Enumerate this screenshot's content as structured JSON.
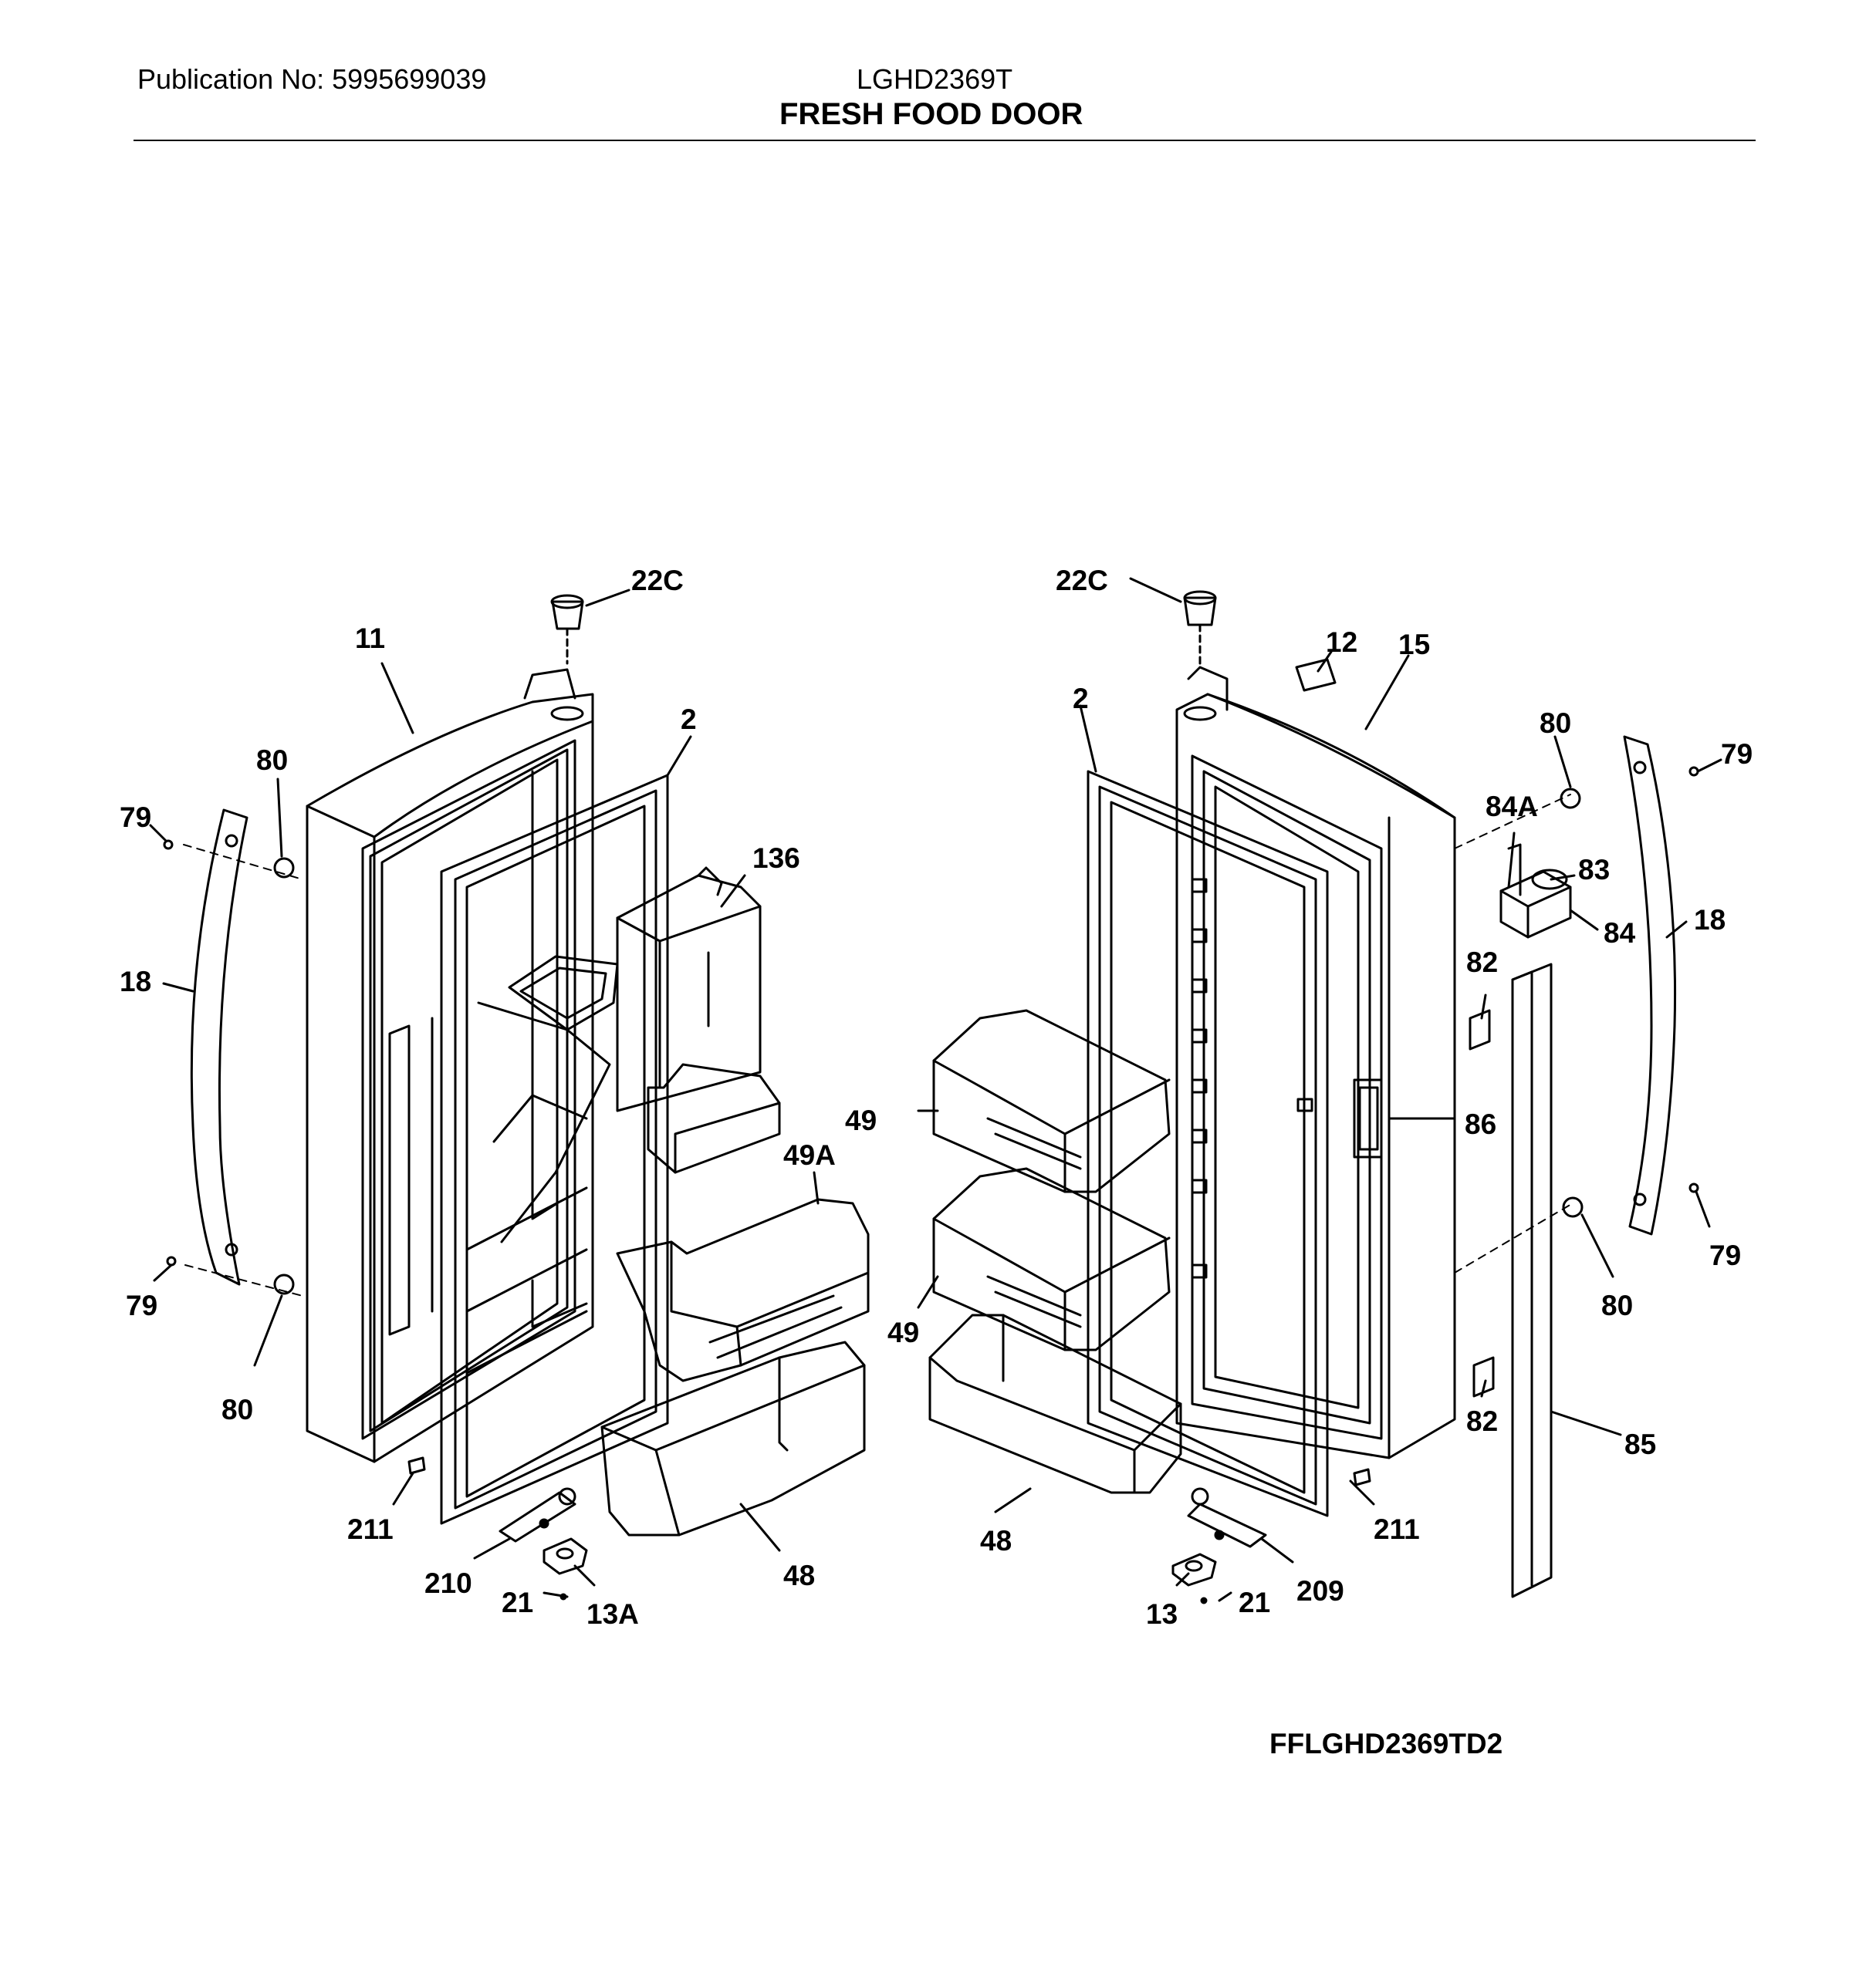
{
  "header": {
    "publication": "Publication No: 5995699039",
    "model": "LGHD2369T",
    "title": "FRESH FOOD DOOR"
  },
  "footer": {
    "diagram_code": "FFLGHD2369TD2"
  },
  "callouts": [
    {
      "id": "c-22c-l",
      "text": "22C"
    },
    {
      "id": "c-11",
      "text": "11"
    },
    {
      "id": "c-2-l",
      "text": "2"
    },
    {
      "id": "c-80-tl",
      "text": "80"
    },
    {
      "id": "c-79-tl",
      "text": "79"
    },
    {
      "id": "c-136",
      "text": "136"
    },
    {
      "id": "c-18-l",
      "text": "18"
    },
    {
      "id": "c-49a",
      "text": "49A"
    },
    {
      "id": "c-79-bl",
      "text": "79"
    },
    {
      "id": "c-80-bl",
      "text": "80"
    },
    {
      "id": "c-211-l",
      "text": "211"
    },
    {
      "id": "c-210",
      "text": "210"
    },
    {
      "id": "c-21-l",
      "text": "21"
    },
    {
      "id": "c-13a",
      "text": "13A"
    },
    {
      "id": "c-48-l",
      "text": "48"
    },
    {
      "id": "c-22c-r",
      "text": "22C"
    },
    {
      "id": "c-12",
      "text": "12"
    },
    {
      "id": "c-15",
      "text": "15"
    },
    {
      "id": "c-2-r",
      "text": "2"
    },
    {
      "id": "c-80-tr",
      "text": "80"
    },
    {
      "id": "c-79-tr",
      "text": "79"
    },
    {
      "id": "c-84a",
      "text": "84A"
    },
    {
      "id": "c-83",
      "text": "83"
    },
    {
      "id": "c-84",
      "text": "84"
    },
    {
      "id": "c-18-r",
      "text": "18"
    },
    {
      "id": "c-82-t",
      "text": "82"
    },
    {
      "id": "c-49-t",
      "text": "49"
    },
    {
      "id": "c-86",
      "text": "86"
    },
    {
      "id": "c-49-b",
      "text": "49"
    },
    {
      "id": "c-79-br",
      "text": "79"
    },
    {
      "id": "c-80-br",
      "text": "80"
    },
    {
      "id": "c-82-b",
      "text": "82"
    },
    {
      "id": "c-85",
      "text": "85"
    },
    {
      "id": "c-48-r",
      "text": "48"
    },
    {
      "id": "c-211-r",
      "text": "211"
    },
    {
      "id": "c-209",
      "text": "209"
    },
    {
      "id": "c-13",
      "text": "13"
    },
    {
      "id": "c-21-r",
      "text": "21"
    }
  ]
}
